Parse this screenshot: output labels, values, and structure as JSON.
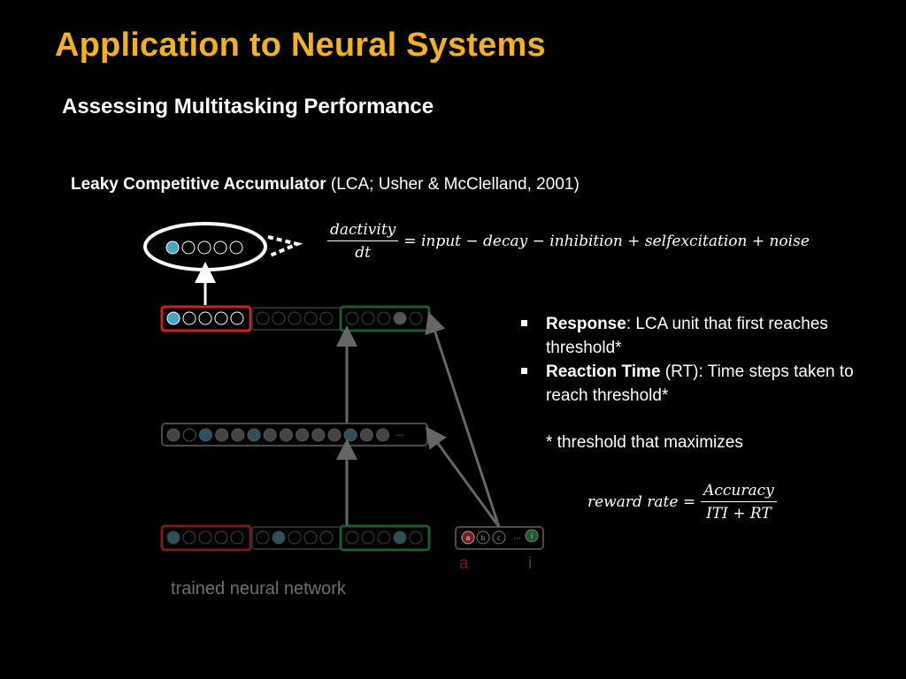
{
  "slide": {
    "title": "Application to Neural Systems",
    "subtitle": "Assessing Multitasking Performance",
    "lca_bold": "Leaky Competitive Accumulator",
    "lca_rest": " (LCA; Usher & McClelland, 2001)"
  },
  "equation": {
    "numerator": "dactivity",
    "denominator": "dt",
    "rhs": "= input − decay − inhibition + selfexcitation + noise"
  },
  "bullets": [
    {
      "bold": "Response",
      "text": ": LCA unit that first reaches threshold*"
    },
    {
      "bold": "Reaction Time",
      "text": " (RT): Time steps taken to reach threshold*"
    }
  ],
  "note": "* threshold that maximizes",
  "reward_equation": {
    "lhs": "reward rate =",
    "numerator": "Accuracy",
    "denominator": "ITI + RT"
  },
  "diagram": {
    "caption": "trained neural network",
    "label_a": "a",
    "label_i": "i",
    "task_unit_letters": [
      "a",
      "b",
      "c",
      "i"
    ],
    "ellipsis": "···"
  },
  "colors": {
    "title": "#f2b11e",
    "teal": "#4aa3c0",
    "red_box": "#d01f1f",
    "green_box": "#1e5a2e",
    "gray": "#555555"
  }
}
